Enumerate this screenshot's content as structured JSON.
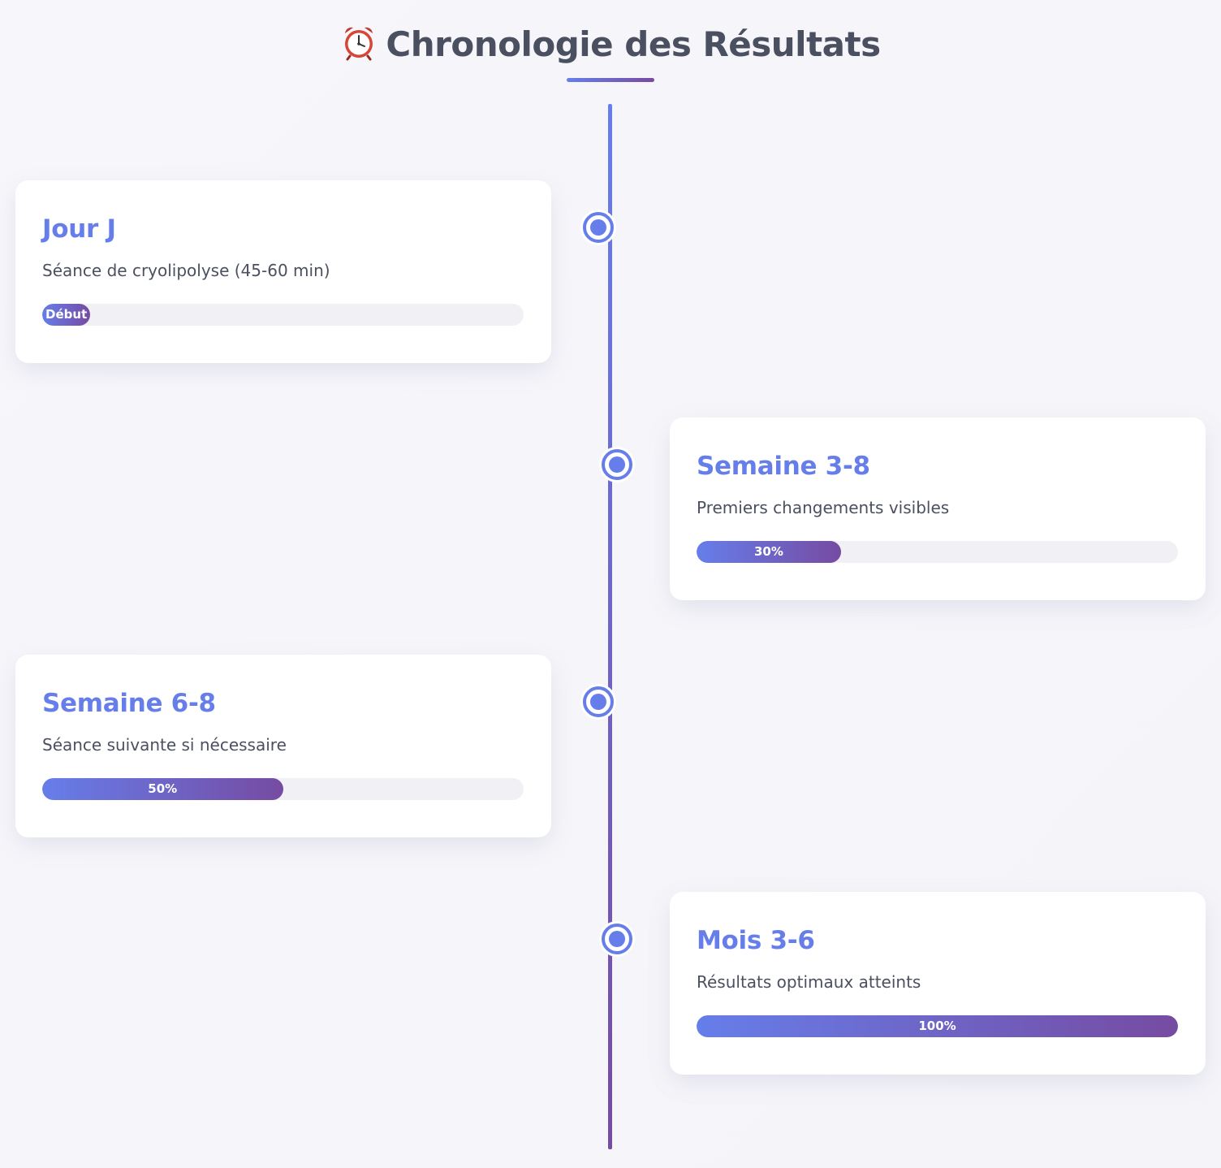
{
  "header": {
    "icon": "alarm-clock-icon",
    "title": "Chronologie des Résultats"
  },
  "colors": {
    "accent_start": "#667eea",
    "accent_end": "#764ba2",
    "track": "#f1f1f5",
    "title": "#4a5060"
  },
  "timeline": [
    {
      "title": "Jour J",
      "description": "Séance de cryolipolyse (45-60 min)",
      "progress_label": "Début",
      "progress": 0.1,
      "side": "left"
    },
    {
      "title": "Semaine 3-8",
      "description": "Premiers changements visibles",
      "progress_label": "30%",
      "progress": 0.3,
      "side": "right"
    },
    {
      "title": "Semaine 6-8",
      "description": "Séance suivante si nécessaire",
      "progress_label": "50%",
      "progress": 0.5,
      "side": "left"
    },
    {
      "title": "Mois 3-6",
      "description": "Résultats optimaux atteints",
      "progress_label": "100%",
      "progress": 1.0,
      "side": "right"
    }
  ]
}
